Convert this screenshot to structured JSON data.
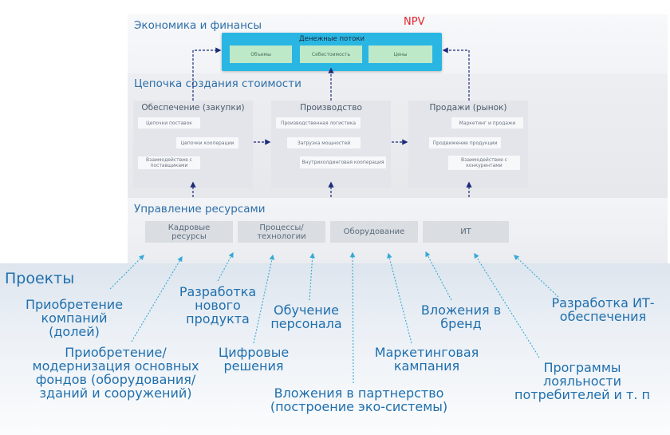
{
  "sections": {
    "economics": "Экономика и финансы",
    "value_chain": "Цепочка создания стоимости",
    "resources": "Управление ресурсами",
    "projects": "Проекты"
  },
  "npv_label": "NPV",
  "cash_flows": {
    "title": "Денежные потоки",
    "items": [
      "Объемы",
      "Себестоимость",
      "Цены"
    ]
  },
  "value_chain": {
    "procurement": {
      "title": "Обеспечение (закупки)",
      "items": [
        "Цепочки поставок",
        "Цепочки кооперации",
        "Взаимодействие с поставщиками"
      ]
    },
    "production": {
      "title": "Производство",
      "items": [
        "Производственная логистика",
        "Загрузка мощностей",
        "Внутрихолдинговая кооперация"
      ]
    },
    "sales": {
      "title": "Продажи (рынок)",
      "items": [
        "Маркетинг и продажи",
        "Продвижение продукции",
        "Взаимодействие с конкурентами"
      ]
    }
  },
  "resources": [
    "Кадровые\nресурсы",
    "Процессы/\nтехнологии",
    "Оборудование",
    "ИТ"
  ],
  "projects": {
    "acquisition": "Приобретение\nкомпаний (долей)",
    "modernization": "Приобретение/\nмодернизация основных\nфондов (оборудования/\nзданий и сооружений)",
    "new_product": "Разработка\nнового\nпродукта",
    "digital": "Цифровые\nрешения",
    "training": "Обучение\nперсонала",
    "partnership": "Вложения в партнерство\n(построение эко-системы)",
    "marketing": "Маркетинговая\nкампания",
    "brand": "Вложения в\nбренд",
    "loyalty": "Программы\nлояльности\nпотребителей и т. п",
    "it": "Разработка ИТ-\nобеспечения"
  },
  "colors": {
    "section_title": "#2e6fa8",
    "npv": "#e0262b",
    "cash_flow_box": "#2ab6e3",
    "cash_flow_item": "#bde9c8",
    "project_text": "#1f6fad",
    "project_arrow": "#35a9d6",
    "chain_arrow": "#1c2a7a"
  }
}
